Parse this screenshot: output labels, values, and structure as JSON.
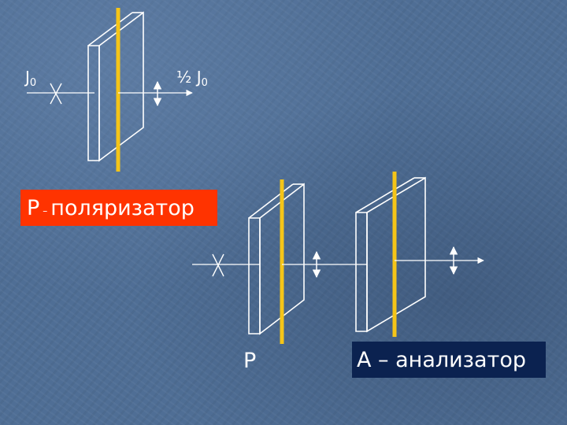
{
  "labels": {
    "incident": {
      "main": "J",
      "sub": "0"
    },
    "transmitted": {
      "prefix": "½ J",
      "sub": "0"
    },
    "polarizer": {
      "letter": "P",
      "dash": "–",
      "text": "поляризатор"
    },
    "polarizer_short": "P",
    "analyzer": "A – анализатор"
  },
  "colors": {
    "background": "#4f6e95",
    "axis": "#f5c518",
    "red_box": "#ff3300",
    "blue_box": "#0b2250",
    "lines": "#ffffff"
  }
}
